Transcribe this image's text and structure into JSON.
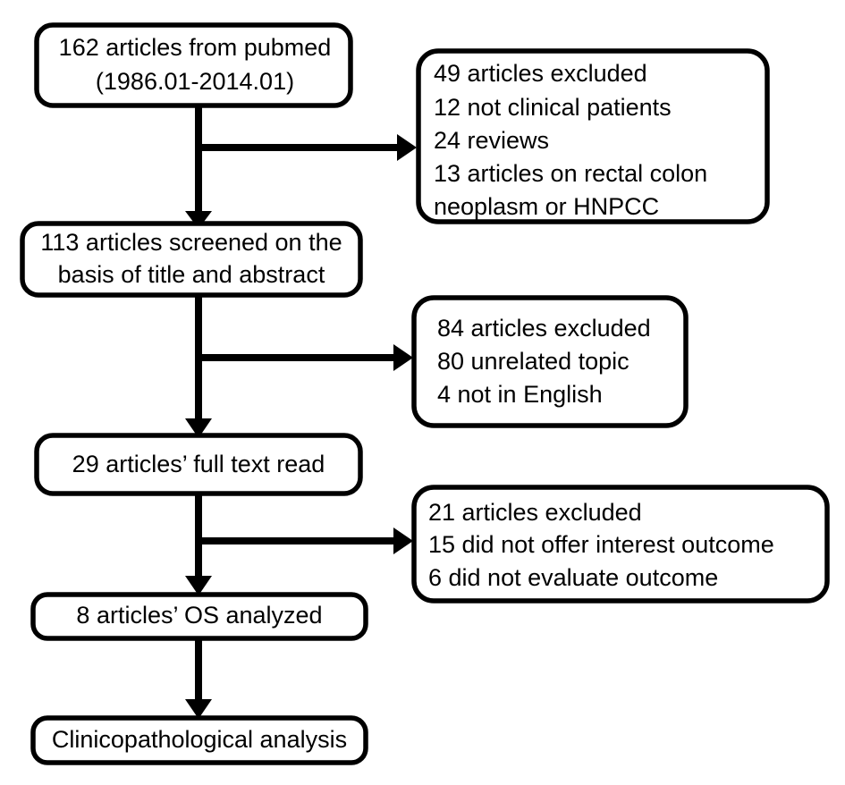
{
  "diagram": {
    "title": "Article selection flow diagram",
    "type": "flowchart",
    "stroke_color": "#000000",
    "box_fill": "#ffffff",
    "background": "#ffffff"
  },
  "main_nodes": [
    {
      "id": "node-identified",
      "lines": [
        "162 articles from pubmed",
        "(1986.01-2014.01)"
      ],
      "line1": "162 articles from pubmed",
      "line2": "(1986.01-2014.01)",
      "count": 162
    },
    {
      "id": "node-screened",
      "lines": [
        "113 articles screened on the",
        "basis of title and abstract"
      ],
      "line1": "113 articles screened on the",
      "line2": "basis of title and abstract",
      "count": 113
    },
    {
      "id": "node-fulltext",
      "lines": [
        "29 articles’ full text read"
      ],
      "line1": "29 articles’ full text read",
      "count": 29
    },
    {
      "id": "node-analyzed",
      "lines": [
        "8 articles’ OS analyzed"
      ],
      "line1": "8 articles’ OS analyzed",
      "count": 8
    },
    {
      "id": "node-final",
      "lines": [
        "Clinicopathological analysis"
      ],
      "line1": "Clinicopathological analysis"
    }
  ],
  "exclusion_nodes": [
    {
      "id": "excluded-stage-1",
      "total": 49,
      "line1": "49 articles excluded",
      "line2": "12 not clinical patients",
      "line3": "24 reviews",
      "line4": "13 articles on rectal colon",
      "line5": " neoplasm or HNPCC",
      "lines": [
        "49 articles excluded",
        "12 not clinical patients",
        "24 reviews",
        "13 articles on rectal colon",
        " neoplasm or HNPCC"
      ]
    },
    {
      "id": "excluded-stage-2",
      "total": 84,
      "line1": "84 articles excluded",
      "line2": "80 unrelated topic",
      "line3": "4 not in English",
      "lines": [
        "84 articles excluded",
        "80 unrelated topic",
        "4 not in English"
      ]
    },
    {
      "id": "excluded-stage-3",
      "total": 21,
      "line1": "21 articles excluded",
      "line2": "15 did not offer interest outcome",
      "line3": "6 did not evaluate outcome",
      "lines": [
        "21 articles excluded",
        "15 did not offer interest outcome",
        "6 did not evaluate outcome"
      ]
    }
  ]
}
